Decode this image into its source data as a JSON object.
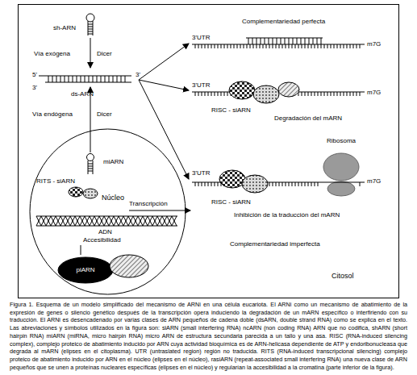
{
  "diagram": {
    "caption": "Figura 1. Esquema de un modelo simplificado del mecanismo de ARNi en una célula eucariota. El ARNi como un mecanismo de abatimiento de la expresión de genes o silencio genético después de la transcripción opera induciendo la degradación de un mARN específico o interfiriendo con su traducción. El ARNi es desencadenado por varias clases de ARN pequeños de cadena doble (dsARN, double strand RNA) como se explica en el texto. Las abreviaciones y símbolos utilizados en la figura son: siARN (small interfering RNA) ncARN (non coding RNA) ARN que no codifica, shARN (short hairpin RNA) miARN (miRNA, micro hairpin RNA) micro ARN de estructura secundaria parecida a un tallo y una asa. RISC (RNA-induced silencing complex), complejo proteico de abatimiento inducido por ARN cuya actividad bioquímica es de ARN-helicasa dependiente de ATP y endoribonucleasa que degrada al mARN (elipses en el citoplasma). UTR (untraslated region) región no traducida. RITS (RNA-induced transcripcional silencing) complejo proteico de abatimiento inducido por ARN en el núcleo (elipses en el núcleo), rasiARN (repeat-associated small interfering RNA) una nueva clase de ARN pequeños que se unen a proteínas nucleares específicas (elipses en el núcleo) y regularían la accesibilidad a la cromatina (parte inferior de la figura).",
    "nodes": [
      {
        "text": [
          "Citosol"
        ]
      },
      {
        "text": [
          "Núcleo"
        ],
        "in": 0
      },
      {
        "text": [
          "piARN"
        ],
        "in": 1
      },
      {
        "text": [
          "Ribosoma"
        ],
        "in": 0
      }
    ],
    "labels": [
      "sh-ARN",
      "Vía exógena",
      "Dicer",
      "5'",
      "3'",
      "3'",
      "ds-ARN",
      "Vía endógena",
      "Dicer",
      "miARN",
      "RITS - siARN",
      "Transcripción",
      "ADN",
      "Accesibilidad",
      "Complementariedad perfecta",
      "3'UTR",
      "m7G",
      "3'UTR",
      "m7G",
      "RISC - siARN",
      "Degradación del mARN",
      "3'UTR",
      "m7G",
      "RISC - siARN",
      "Inhibición de la traducción del mARN",
      "Complementariedad imperfecta"
    ]
  }
}
